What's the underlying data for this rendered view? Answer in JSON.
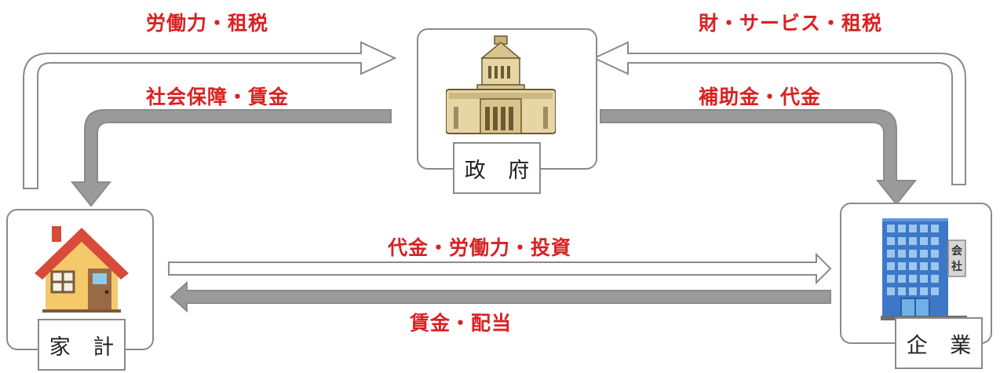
{
  "nodes": {
    "government": {
      "label": "政 府",
      "icon": "parliament-building-icon"
    },
    "household": {
      "label": "家 計",
      "icon": "house-icon"
    },
    "company": {
      "label": "企 業",
      "icon": "office-building-icon",
      "sign": [
        "会",
        "社"
      ]
    }
  },
  "flows": {
    "household_to_government": "労働力・租税",
    "government_to_household": "社会保障・賃金",
    "company_to_government": "財・サービス・租税",
    "government_to_company": "補助金・代金",
    "household_to_company": "代金・労働力・投資",
    "company_to_household": "賃金・配当"
  },
  "colors": {
    "label_red": "#d92121",
    "solid_arrow": "#9a9a9a",
    "outline_arrow": "#8a8a8a",
    "box_border": "#8a8a8a"
  }
}
